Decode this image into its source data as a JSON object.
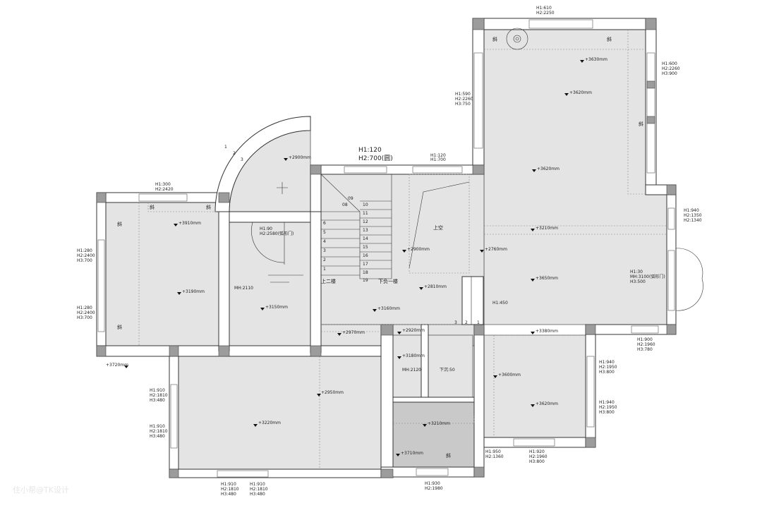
{
  "top_room": {
    "window_top": [
      "H1:610",
      "H2:2250"
    ],
    "window_right": [
      "H1:600",
      "H2:2260",
      "H3:900"
    ],
    "window_left": [
      "H1:590",
      "H2:2260",
      "H3:750"
    ],
    "elevations": [
      "+3630mm",
      "+3620mm",
      "+3620mm"
    ],
    "slope": "斜"
  },
  "north_windows": {
    "main": [
      "H1:120",
      "H2:700(圆)"
    ],
    "small": [
      "H1:120",
      "H1:700"
    ]
  },
  "round_room": {
    "elevation": "+2900mm",
    "step_numbers": [
      "1",
      "2",
      "3"
    ]
  },
  "left_room": {
    "window_top": [
      "H1:300",
      "H2:2420"
    ],
    "window_left_1": [
      "H1:280",
      "H2:2400",
      "H3:700"
    ],
    "window_left_2": [
      "H1:280",
      "H2:2400",
      "H3:700"
    ],
    "elevations": [
      "+3910mm",
      "+3190mm"
    ],
    "outside_elevation": "+3720mm"
  },
  "middle_room": {
    "door": [
      "H1:90",
      "H2:2580(弧形门)"
    ],
    "mh": "MH:2110",
    "elevation": "+3150mm"
  },
  "stairs": {
    "left_steps": [
      "6",
      "5",
      "4",
      "3",
      "2",
      "1"
    ],
    "landing": [
      "09",
      "08"
    ],
    "right_steps": [
      "10",
      "11",
      "12",
      "13",
      "14",
      "15",
      "16",
      "17",
      "18",
      "19"
    ],
    "up_label": "上二楼",
    "down_label": "下负一楼"
  },
  "hall": {
    "void_label": "上空",
    "elevations": [
      "+2900mm",
      "+2760mm",
      "+2810mm",
      "+3160mm",
      "+2970mm",
      "+2920mm"
    ],
    "h1": "H1:450",
    "steps": [
      "3",
      "2",
      "1"
    ]
  },
  "living": {
    "elevations": [
      "+3210mm",
      "+3650mm",
      "+3380mm"
    ],
    "door": [
      "H1:30",
      "MH:3100(弧形门)",
      "H3:500"
    ],
    "window_right": [
      "H1:940",
      "H2:1350",
      "H2:1340"
    ],
    "window_bottom": [
      "H1:900",
      "H2:1960",
      "H3:780"
    ]
  },
  "small_rooms": {
    "elevation": "+3180mm",
    "mh": "MH:2120",
    "sunken": "下沉:50"
  },
  "bath": {
    "elevations": [
      "+3210mm",
      "+3710mm"
    ],
    "window": [
      "H1:930",
      "H2:1980"
    ]
  },
  "bedroom_right": {
    "elevations": [
      "+3600mm",
      "+3620mm"
    ],
    "window_right_1": [
      "H1:940",
      "H2:1950",
      "H3:800"
    ],
    "window_right_2": [
      "H1:940",
      "H2:1950",
      "H3:800"
    ],
    "window_bottom_left": [
      "H1:950",
      "H2:1360"
    ],
    "window_bottom": [
      "H1:920",
      "H2:1960",
      "H3:800"
    ]
  },
  "bedroom_left": {
    "elevations": [
      "+2950mm",
      "+3220mm"
    ],
    "window_left_1": [
      "H1:910",
      "H2:1810",
      "H3:480"
    ],
    "window_left_2": [
      "H1:910",
      "H2:1810",
      "H3:480"
    ],
    "window_bottom_1": [
      "H1:910",
      "H2:1810",
      "H3:480"
    ],
    "window_bottom_2": [
      "H1:910",
      "H2:1810",
      "H3:480"
    ]
  },
  "watermark": "住小帮@TK设计"
}
